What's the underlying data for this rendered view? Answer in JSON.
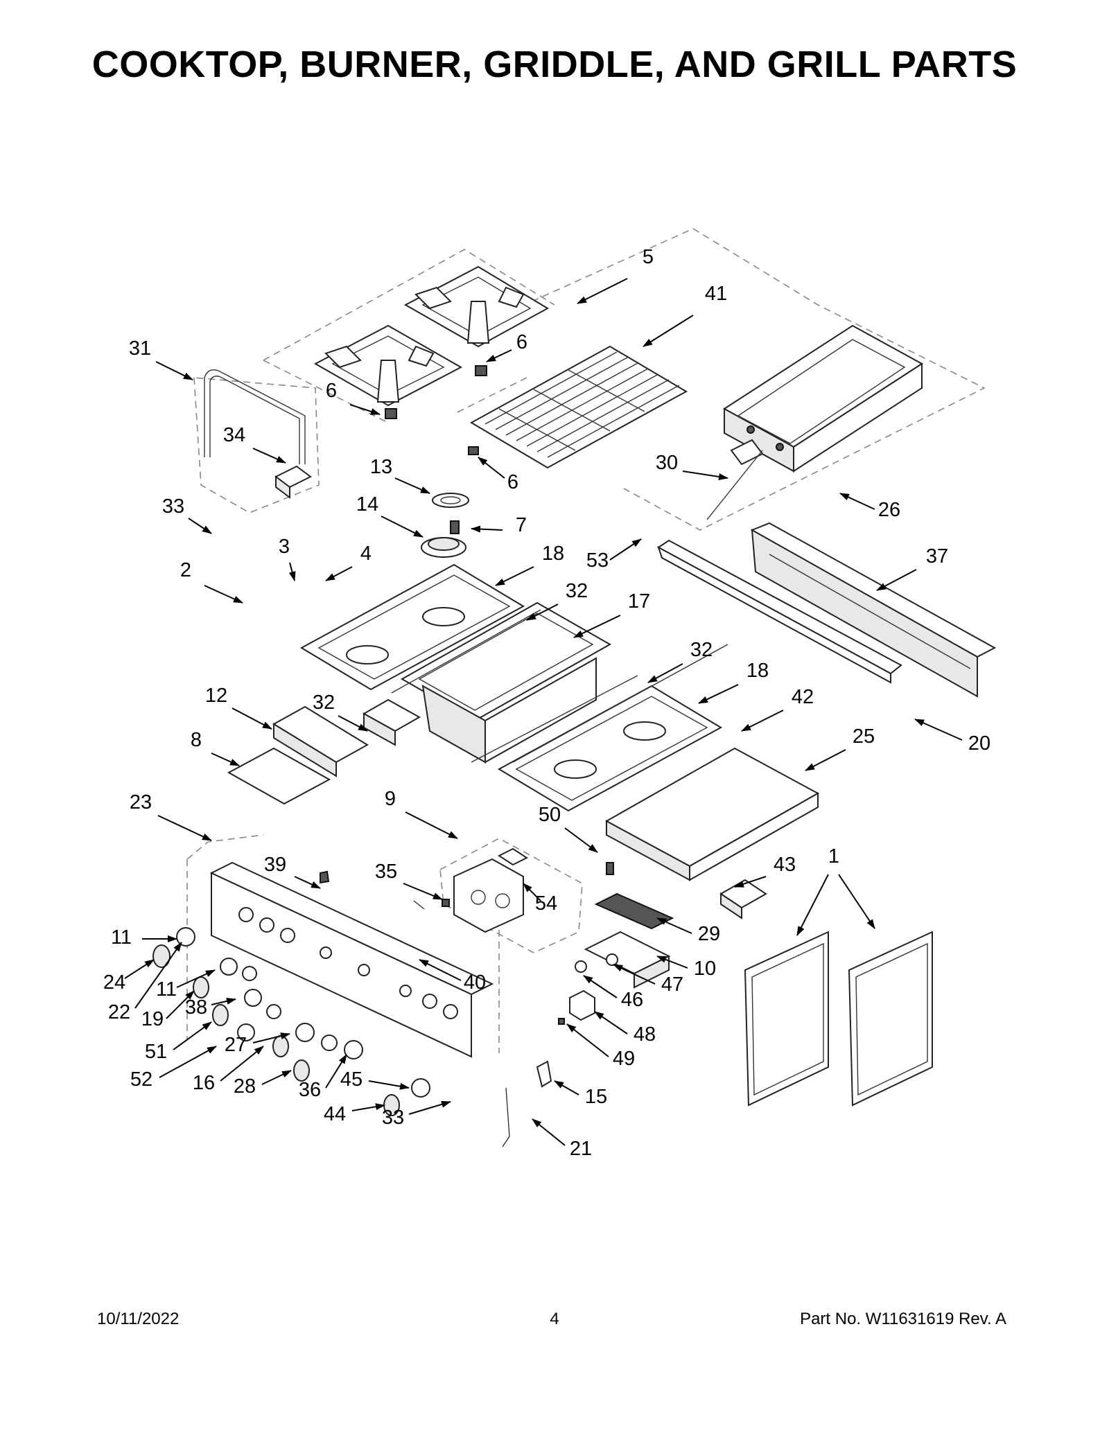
{
  "title": "COOKTOP, BURNER, GRIDDLE, AND GRILL PARTS",
  "footer": {
    "date": "10/11/2022",
    "page": "4",
    "part_no": "Part No.  W11631619  Rev.  A"
  },
  "callouts": [
    {
      "label": "5"
    },
    {
      "label": "41"
    },
    {
      "label": "31"
    },
    {
      "label": "6"
    },
    {
      "label": "6"
    },
    {
      "label": "6"
    },
    {
      "label": "34"
    },
    {
      "label": "13"
    },
    {
      "label": "30"
    },
    {
      "label": "26"
    },
    {
      "label": "33"
    },
    {
      "label": "14"
    },
    {
      "label": "7"
    },
    {
      "label": "53"
    },
    {
      "label": "37"
    },
    {
      "label": "3"
    },
    {
      "label": "4"
    },
    {
      "label": "18"
    },
    {
      "label": "2"
    },
    {
      "label": "32"
    },
    {
      "label": "17"
    },
    {
      "label": "32"
    },
    {
      "label": "18"
    },
    {
      "label": "42"
    },
    {
      "label": "12"
    },
    {
      "label": "32"
    },
    {
      "label": "20"
    },
    {
      "label": "8"
    },
    {
      "label": "25"
    },
    {
      "label": "23"
    },
    {
      "label": "9"
    },
    {
      "label": "50"
    },
    {
      "label": "1"
    },
    {
      "label": "39"
    },
    {
      "label": "35"
    },
    {
      "label": "43"
    },
    {
      "label": "54"
    },
    {
      "label": "29"
    },
    {
      "label": "11"
    },
    {
      "label": "40"
    },
    {
      "label": "10"
    },
    {
      "label": "24"
    },
    {
      "label": "11"
    },
    {
      "label": "47"
    },
    {
      "label": "22"
    },
    {
      "label": "19"
    },
    {
      "label": "38"
    },
    {
      "label": "46"
    },
    {
      "label": "48"
    },
    {
      "label": "51"
    },
    {
      "label": "27"
    },
    {
      "label": "49"
    },
    {
      "label": "52"
    },
    {
      "label": "16"
    },
    {
      "label": "28"
    },
    {
      "label": "36"
    },
    {
      "label": "45"
    },
    {
      "label": "15"
    },
    {
      "label": "44"
    },
    {
      "label": "33"
    },
    {
      "label": "21"
    }
  ]
}
